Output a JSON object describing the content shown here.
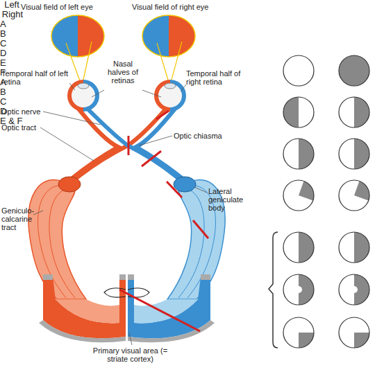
{
  "diagram": {
    "labels": [
      "Visual field of left eye",
      "Visual field of right eye",
      "Temporal half of left retina",
      "Nasal halves of retinas",
      "Temporal half of right retina",
      "Optic nerve",
      "Optic tract",
      "Optic chiasma",
      "Geniculo-calcarine tract",
      "Lateral geniculate body",
      "Primary visual area (= striate cortex)",
      "Left",
      "Right",
      "A",
      "B",
      "C",
      "D",
      "E",
      "F",
      "A",
      "B",
      "C",
      "D",
      "E & F"
    ]
  }
}
